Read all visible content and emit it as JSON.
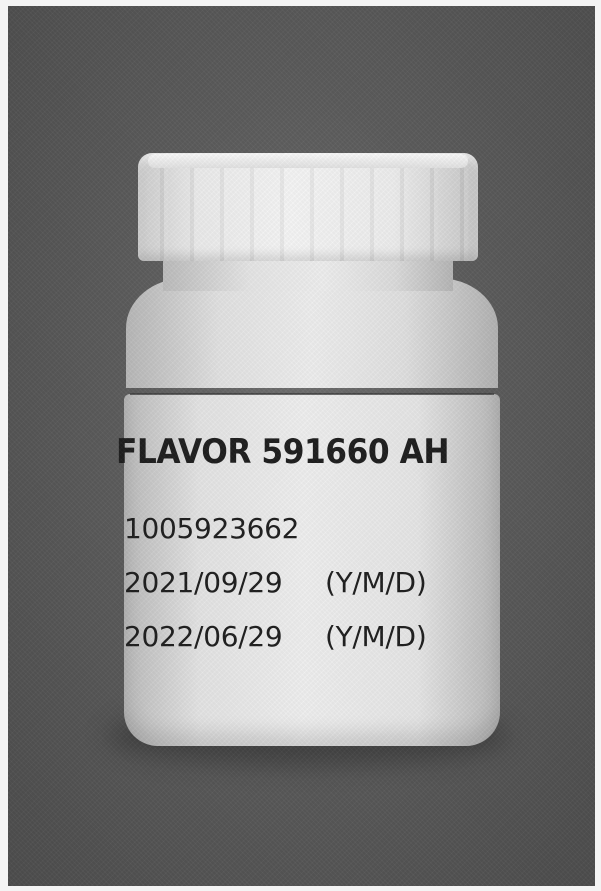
{
  "label": {
    "product_line": "FLAVOR 591660 AH",
    "number": "1005923662",
    "date1": "2021/09/29",
    "date1_format": "(Y/M/D)",
    "date2": "2022/06/29",
    "date2_format": "(Y/M/D)"
  },
  "colors": {
    "background": "#5e5e5e",
    "bottle": "#ececec",
    "text": "#1f1f1f"
  }
}
